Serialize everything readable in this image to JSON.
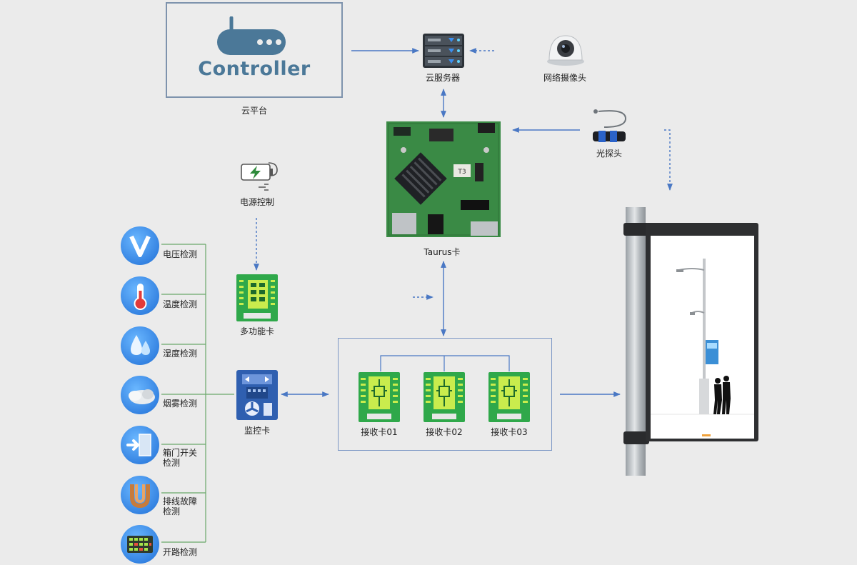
{
  "controller": {
    "logo_text": "Controller",
    "label": "云平台"
  },
  "cloud_server": {
    "label": "云服务器"
  },
  "network_camera": {
    "label": "网络摄像头"
  },
  "taurus_card": {
    "label": "Taurus卡",
    "chip_text": "T3"
  },
  "light_sensor": {
    "label": "光探头"
  },
  "power_control": {
    "label": "电源控制"
  },
  "multifunction_card": {
    "label": "多功能卡"
  },
  "monitor_card": {
    "label": "监控卡"
  },
  "sensors": [
    {
      "label": "电压检测"
    },
    {
      "label": "温度检测"
    },
    {
      "label": "湿度检测"
    },
    {
      "label": "烟雾检测"
    },
    {
      "label": "箱门开关\n检测"
    },
    {
      "label": "排线故障\n检测"
    },
    {
      "label": "开路检测"
    }
  ],
  "receiver_cards": [
    {
      "label": "接收卡01"
    },
    {
      "label": "接收卡02"
    },
    {
      "label": "接收卡03"
    }
  ],
  "colors": {
    "arrow": "#4a78c4",
    "board_green": "#3a8a45",
    "card_green": "#2fa84a",
    "monitor_blue": "#2f5fb0",
    "tree_line": "#6aa86a"
  }
}
